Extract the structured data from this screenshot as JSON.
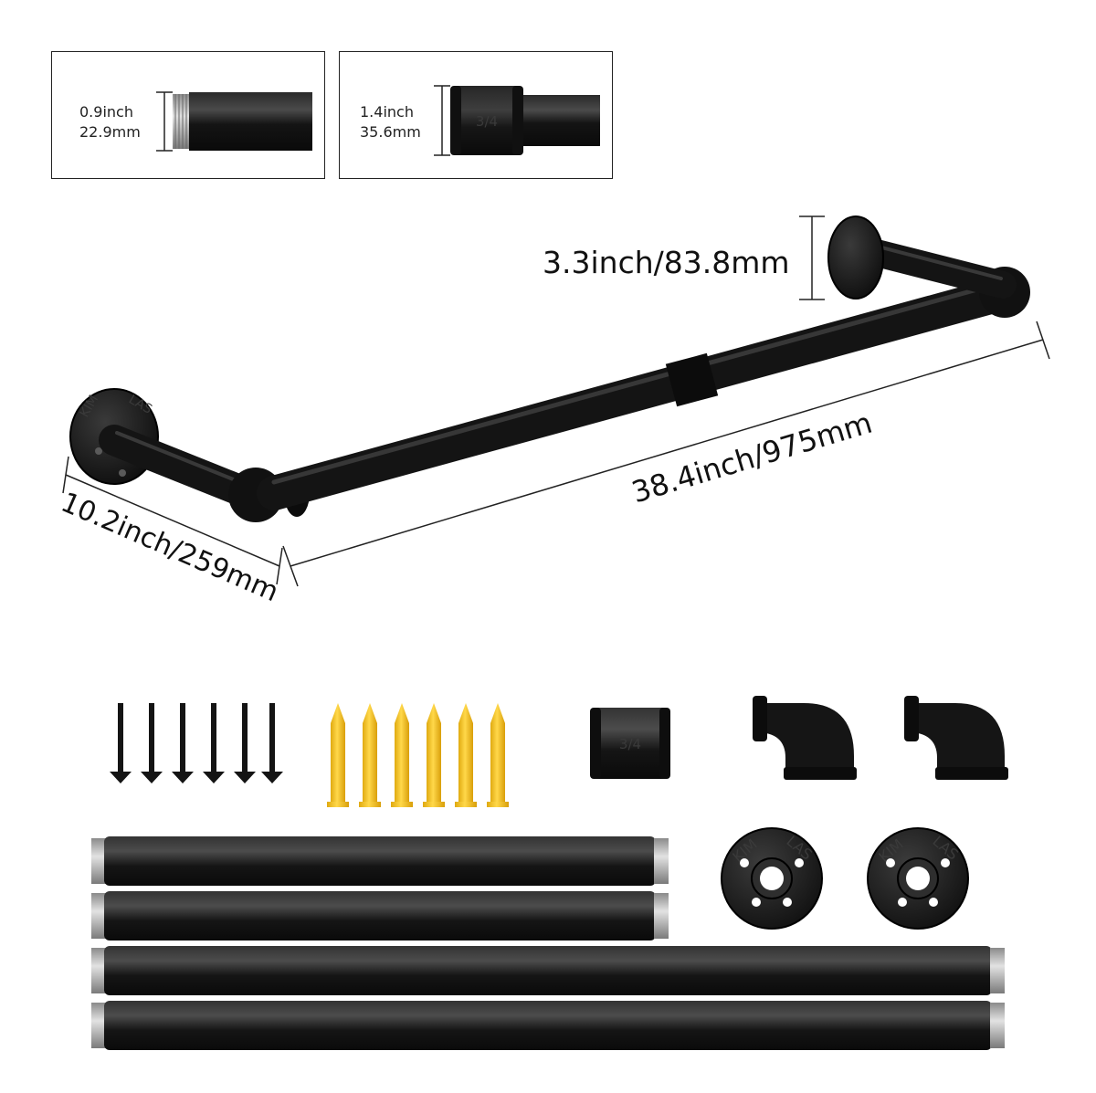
{
  "details": {
    "thread": {
      "inch": "0.9inch",
      "mm": "22.9mm"
    },
    "coupling": {
      "inch": "1.4inch",
      "mm": "35.6mm"
    }
  },
  "dimensions": {
    "height": "3.3inch/83.8mm",
    "length": "38.4inch/975mm",
    "depth": "10.2inch/259mm"
  },
  "markings": {
    "coupling_size": "3/4",
    "flange_brand_left": "KIM",
    "flange_brand_right": "LAS"
  },
  "colors": {
    "pipe": "#141414",
    "pipe_highlight": "#4a4a4a",
    "thread": "#b9b9b9",
    "anchor": "#f2c21b",
    "line": "#222222"
  },
  "parts": {
    "screws": 6,
    "anchors": 6,
    "couplings": 1,
    "elbows": 2,
    "flanges": 2,
    "short_pipes": 2,
    "long_pipes": 2
  }
}
